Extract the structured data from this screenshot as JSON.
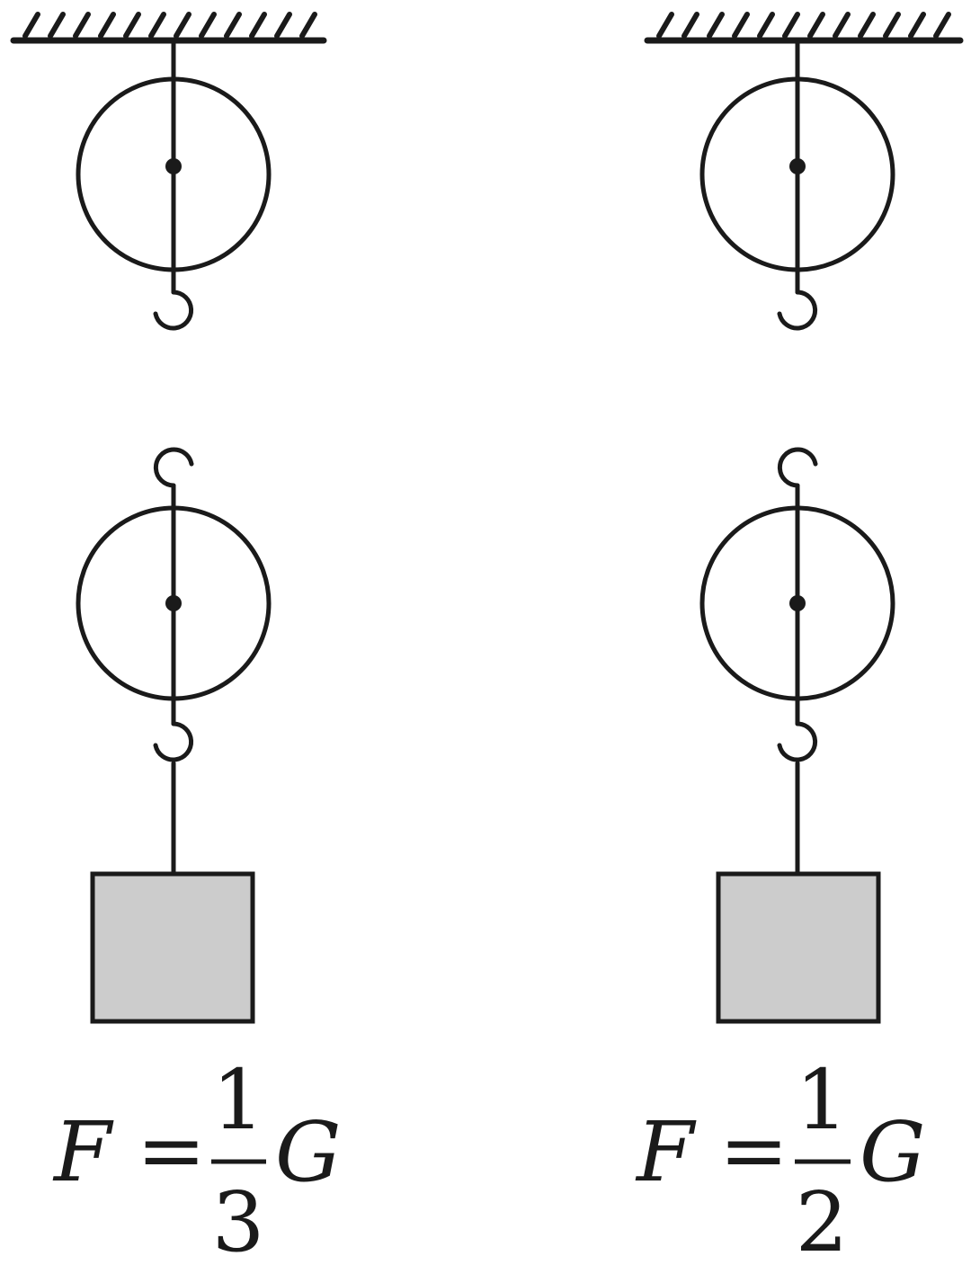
{
  "diagrams": [
    {
      "formula": {
        "lhs": "F",
        "equals": "=",
        "numerator": "1",
        "denominator": "3",
        "rhs": "G"
      }
    },
    {
      "formula": {
        "lhs": "F",
        "equals": "=",
        "numerator": "1",
        "denominator": "2",
        "rhs": "G"
      }
    }
  ],
  "colors": {
    "stroke": "#1a1a1a",
    "block_fill": "#cccccc",
    "background": "#ffffff"
  }
}
